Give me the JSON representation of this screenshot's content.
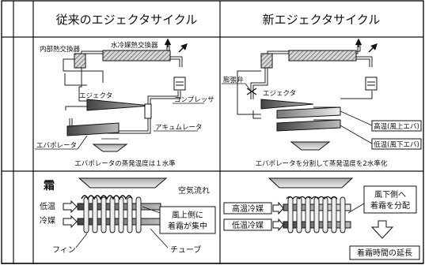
{
  "headers": {
    "conventional": "従来のエジェクタサイクル",
    "new": "新エジェクタサイクル"
  },
  "conventional_diagram": {
    "internal_hx": "内部熱交換器",
    "water_hx": "水冷媒熱交換器",
    "ejector": "エジェクタ",
    "compressor": "コンプレッサ",
    "accumulator": "アキュムレータ",
    "evaporator": "エバポレータ",
    "caption": "エバポレータの蒸発温度は１水準"
  },
  "new_diagram": {
    "expansion_valve": "膨張弁",
    "ejector": "エジェクタ",
    "high_temp": "高温(風上エバ)",
    "low_temp": "低温(風下エバ)",
    "caption": "エバポレータを分割して蒸発温度を2水準化"
  },
  "conventional_fin": {
    "frost": "霜",
    "airflow": "空気流れ",
    "low_temp_1": "低温",
    "low_temp_2": "冷媒",
    "callout_1": "風上側に",
    "callout_2": "着霜が集中",
    "fin": "フィン",
    "tube": "チューブ"
  },
  "new_fin": {
    "high_ref": "高温冷媒",
    "low_ref": "低温冷媒",
    "callout_1": "風下側へ",
    "callout_2": "着霜を分配",
    "result": "着霜時間の延長"
  }
}
